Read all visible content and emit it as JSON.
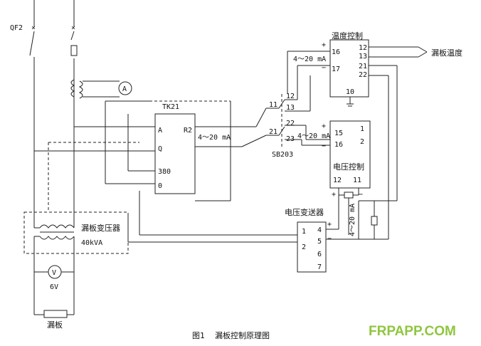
{
  "diagram": {
    "breaker": "QF2",
    "ammeter": "A",
    "controller": {
      "title": "TK21",
      "terminals": [
        "A",
        "Q",
        "380",
        "0"
      ],
      "output": "R2",
      "signal": "4～20 mA"
    },
    "switch": {
      "name": "SB203",
      "terminals": [
        "11",
        "12",
        "13",
        "21",
        "22",
        "23"
      ]
    },
    "temp_controller": {
      "title": "温度控制",
      "input_terminals": [
        "16",
        "17"
      ],
      "signal": "4～20 mA",
      "output_terminals": [
        "12",
        "13",
        "21",
        "22"
      ],
      "bottom_terminal": "10",
      "plus": "+",
      "minus": "−"
    },
    "volt_controller": {
      "title": "电压控制",
      "input_terminals": [
        "15",
        "16"
      ],
      "signal": "4～20 mA",
      "right_terminals": [
        "1",
        "2"
      ],
      "bottom_terminals": [
        "12",
        "11"
      ],
      "plus": "+",
      "minus": "−"
    },
    "drain_temp_label": "漏板温度",
    "transmitter": {
      "title": "电压变送器",
      "left_terminals": [
        "1",
        "2"
      ],
      "right_terminals": [
        "4",
        "5",
        "6",
        "7"
      ],
      "signal": "4～20 mA",
      "plus": "+",
      "minus": "−"
    },
    "transformer": {
      "name": "漏板变压器",
      "rating": "40kVA"
    },
    "voltmeter": {
      "symbol": "V",
      "reading": "6V"
    },
    "bushing": "漏板",
    "caption": "图1    漏板控制原理图",
    "watermark": "FRPAPP.COM"
  }
}
